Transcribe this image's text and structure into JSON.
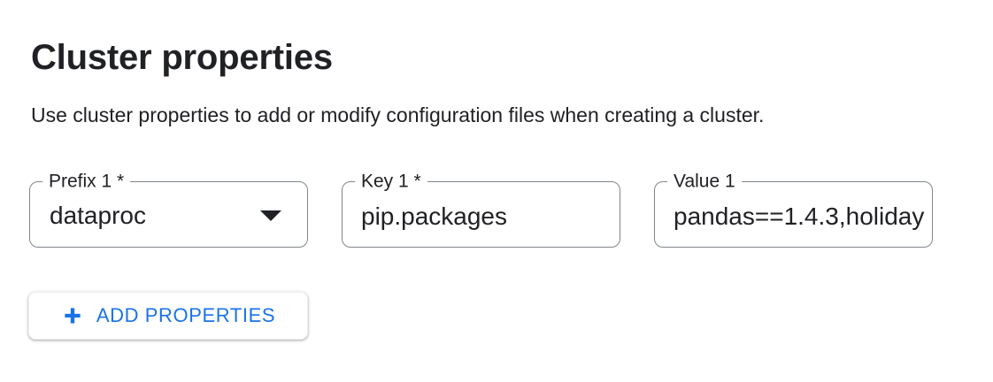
{
  "section": {
    "title": "Cluster properties",
    "description": "Use cluster properties to add or modify configuration files when creating a cluster."
  },
  "property_rows": [
    {
      "prefix": {
        "label": "Prefix 1 *",
        "value": "dataproc"
      },
      "key": {
        "label": "Key 1 *",
        "value": "pip.packages"
      },
      "value": {
        "label": "Value 1",
        "value": "pandas==1.4.3,holiday"
      }
    }
  ],
  "add_button": {
    "label": "ADD PROPERTIES"
  },
  "icons": {
    "plus": "plus-icon",
    "dropdown_caret": "caret-down-icon"
  },
  "colors": {
    "accent_blue": "#1a73e8",
    "text_primary": "#202124",
    "field_border": "#80868b"
  }
}
